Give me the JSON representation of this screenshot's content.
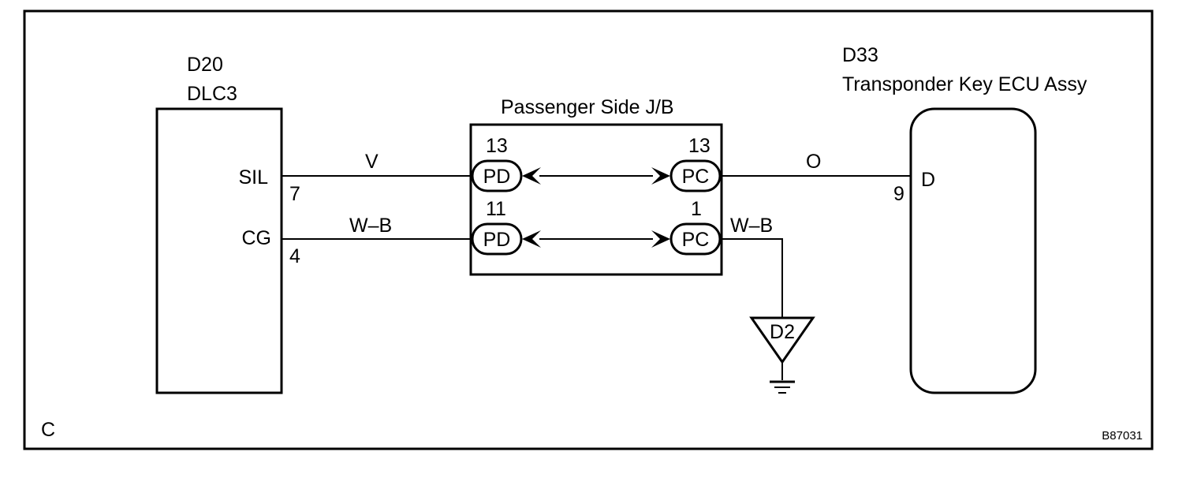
{
  "border_label": "C",
  "figure_code": "B87031",
  "dlc3": {
    "code": "D20",
    "name": "DLC3",
    "pins": [
      {
        "name": "SIL",
        "number": "7"
      },
      {
        "name": "CG",
        "number": "4"
      }
    ]
  },
  "junction_block": {
    "title": "Passenger Side J/B",
    "connectors": [
      {
        "left_code": "PD",
        "left_pin": "13",
        "right_code": "PC",
        "right_pin": "13"
      },
      {
        "left_code": "PD",
        "left_pin": "11",
        "right_code": "PC",
        "right_pin": "1"
      }
    ]
  },
  "ecu": {
    "code": "D33",
    "name": "Transponder Key ECU Assy",
    "pin_name": "D",
    "pin_number": "9"
  },
  "wires": {
    "sil_color": "V",
    "cg_color": "W–B",
    "ecu_color": "O",
    "ground_color": "W–B"
  },
  "ground": {
    "code": "D2"
  }
}
